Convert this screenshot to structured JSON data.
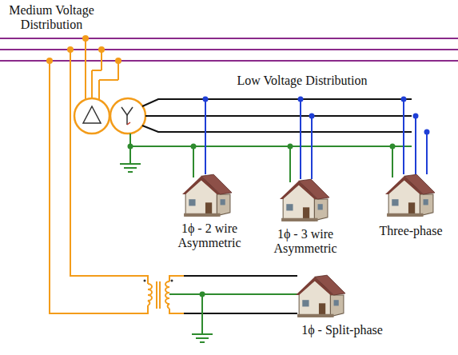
{
  "diagram": {
    "labels": [
      "Medium Voltage Distribution",
      "Low Voltage Distribution",
      "1ϕ - 2 wire Asymmetric",
      "1ϕ - 3 wire Asymmetric",
      "Three-phase",
      "1ϕ - Split-phase"
    ]
  }
}
